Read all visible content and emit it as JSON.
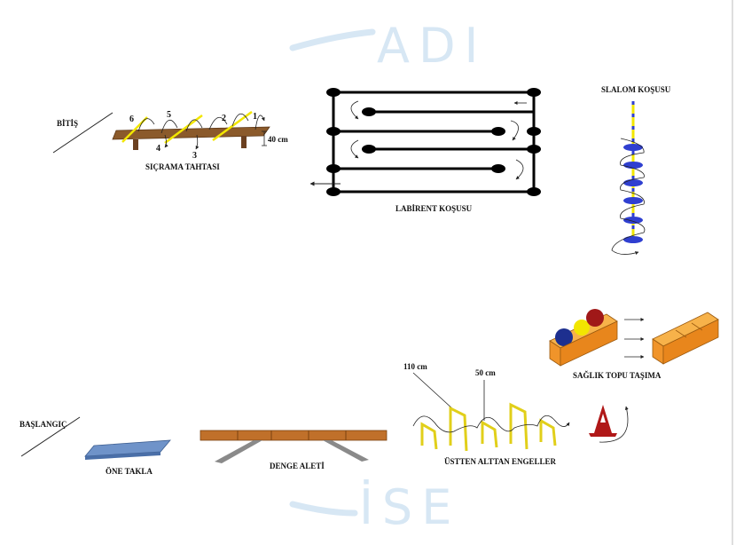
{
  "watermark": {
    "top": "ADI",
    "bottom": "İSE"
  },
  "labels": {
    "bitis": "BİTİŞ",
    "sicrama": "SIÇRAMA TAHTASI",
    "cm40": "40 cm",
    "labirent": "LABİRENT KOŞUSU",
    "slalom": "SLALOM KOŞUSU",
    "baslangic": "BAŞLANGIÇ",
    "one_takla": "ÖNE TAKLA",
    "denge": "DENGE ALETİ",
    "engeller": "ÜSTTEN ALTTAN ENGELLER",
    "cm110": "110 cm",
    "cm50": "50 cm",
    "saglik_topu": "SAĞLIK TOPU TAŞIMA"
  },
  "jump_numbers": [
    "6",
    "5",
    "4",
    "3",
    "2",
    "1"
  ],
  "colors": {
    "board_brown": "#8b5a2b",
    "bar_yellow": "#f2e600",
    "mat_blue": "#6f93c9",
    "beam_orange": "#c0702a",
    "box_orange": "#f0942a",
    "cone_red": "#b01818",
    "slalom_blue": "#2f3fd0"
  }
}
